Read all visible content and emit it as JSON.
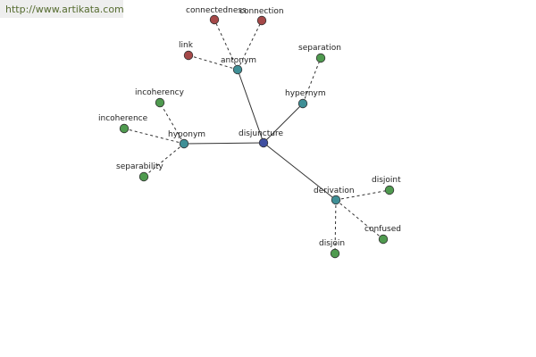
{
  "site": {
    "url": "http://www.artikata.com"
  },
  "colors": {
    "root": "#3f4fa0",
    "relation": "#3f8f96",
    "term_green": "#4f9a4f",
    "term_red": "#a54848",
    "stroke": "#333333",
    "url_text": "#556b2f"
  },
  "graph": {
    "root": {
      "id": "disjuncture",
      "label": "disjuncture"
    },
    "relations": [
      {
        "id": "antonym",
        "label": "antonym",
        "style": "solid",
        "terms": [
          {
            "label": "connectedness",
            "color": "red"
          },
          {
            "label": "connection",
            "color": "red"
          },
          {
            "label": "link",
            "color": "red"
          }
        ]
      },
      {
        "id": "hypernym",
        "label": "hypernym",
        "style": "solid",
        "terms": [
          {
            "label": "separation",
            "color": "green"
          }
        ]
      },
      {
        "id": "hyponym",
        "label": "hyponym",
        "style": "solid",
        "terms": [
          {
            "label": "incoherency",
            "color": "green"
          },
          {
            "label": "incoherence",
            "color": "green"
          },
          {
            "label": "separability",
            "color": "green"
          }
        ]
      },
      {
        "id": "derivation",
        "label": "derivation",
        "style": "solid",
        "terms": [
          {
            "label": "disjoint",
            "color": "green"
          },
          {
            "label": "confused",
            "color": "green"
          },
          {
            "label": "disjoin",
            "color": "green"
          }
        ]
      }
    ]
  }
}
